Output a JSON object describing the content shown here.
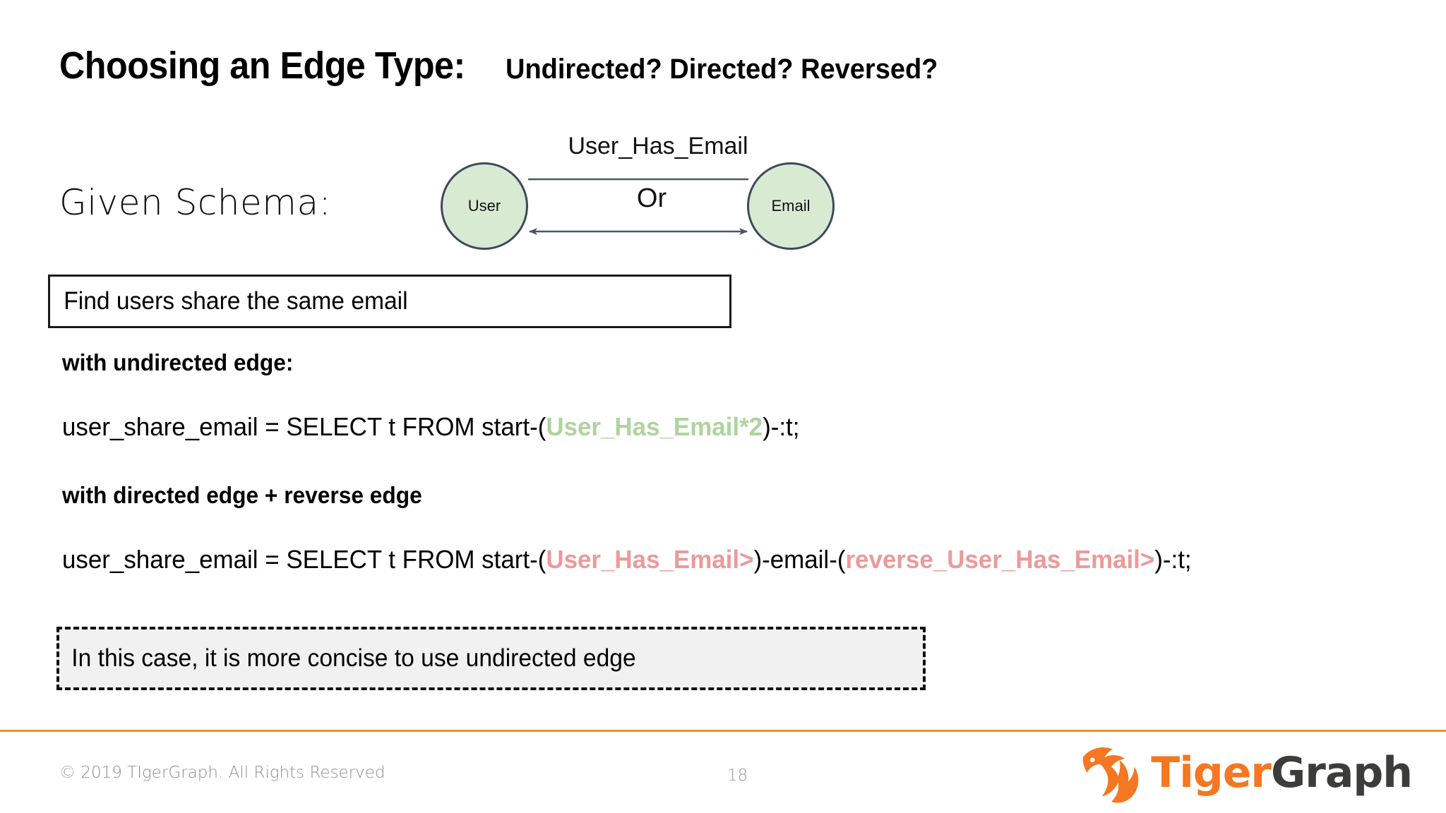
{
  "slide": {
    "title_main": "Choosing an Edge Type:",
    "title_sub": "Undirected? Directed? Reversed?",
    "given_schema_label": "Given Schema:"
  },
  "schema": {
    "edge_label": "User_Has_Email",
    "or_label": "Or",
    "node_source": "User",
    "node_target": "Email",
    "node_fill": "#d9ead3",
    "node_stroke": "#3d4a5c",
    "edge_stroke": "#4a5568"
  },
  "question": {
    "text": "Find users share the same email"
  },
  "sections": [
    {
      "heading": "with undirected edge:",
      "code_prefix": "user_share_email = SELECT t FROM start-(",
      "highlight_1": "User_Has_Email*2",
      "code_middle": "",
      "highlight_2": "",
      "code_suffix": ")-:t;",
      "highlight_color": "#aed4a0"
    },
    {
      "heading": "with directed edge + reverse edge",
      "code_prefix": "user_share_email = SELECT t FROM start-(",
      "highlight_1": "User_Has_Email>",
      "code_middle": ")-email-(",
      "highlight_2": "reverse_User_Has_Email>",
      "code_suffix": ")-:t;",
      "highlight_color": "#ec9a9a"
    }
  ],
  "conclusion": {
    "text": "In this case, it is more concise to use undirected edge"
  },
  "footer": {
    "copyright": "© 2019 TIgerGraph. All Rights Reserved",
    "page_number": "18",
    "rule_color": "#e8912d",
    "logo_tiger": "Tiger",
    "logo_graph": "Graph"
  }
}
